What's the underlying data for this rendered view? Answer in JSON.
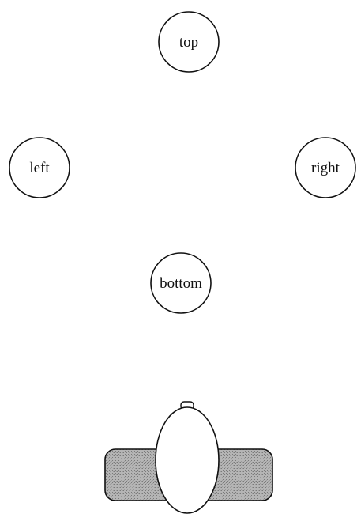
{
  "diagram": {
    "targets": [
      {
        "id": "top",
        "label": "top"
      },
      {
        "id": "left",
        "label": "left"
      },
      {
        "id": "right",
        "label": "right"
      },
      {
        "id": "bottom",
        "label": "bottom"
      }
    ],
    "colors": {
      "stroke": "#111111",
      "background": "#ffffff",
      "pad_fill": "#a9a9a9",
      "head_fill": "#ffffff"
    }
  }
}
